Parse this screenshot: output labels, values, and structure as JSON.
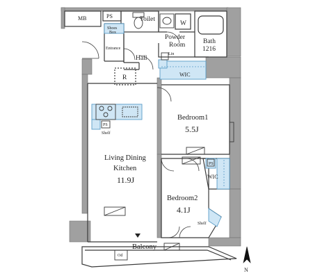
{
  "rooms": {
    "mb": "MB",
    "ps_top": "PS",
    "toilet": "Toilet",
    "w": "W",
    "shoes1": "Shoes",
    "shoes2": "Box",
    "powder1": "Powder",
    "powder2": "Room",
    "bath1": "Bath",
    "bath2": "1216",
    "entrance": "Entrance",
    "hall": "Hall",
    "lin": "Lin",
    "r": "R",
    "wic1": "WIC",
    "ps_kitchen": "PS",
    "shelf_kitchen": "Shelf",
    "bedroom1_name": "Bedroom1",
    "bedroom1_size": "5.5J",
    "ldk1": "Living Dining",
    "ldk2": "Kitchen",
    "ldk_size": "11.9J",
    "ps_wic2": "PS",
    "wic2": "WIC",
    "bedroom2_name": "Bedroom2",
    "bedroom2_size": "4.1J",
    "shelf_bed2": "Shelf",
    "balcony": "Balcony",
    "od": "Od"
  },
  "compass": {
    "north": "N"
  },
  "colors": {
    "wall": "#9a9a9a",
    "wall_dark": "#6f6f6f",
    "line": "#3a3a3a",
    "closet": "#cfe6f5",
    "closet_line": "#5a9dc8"
  }
}
